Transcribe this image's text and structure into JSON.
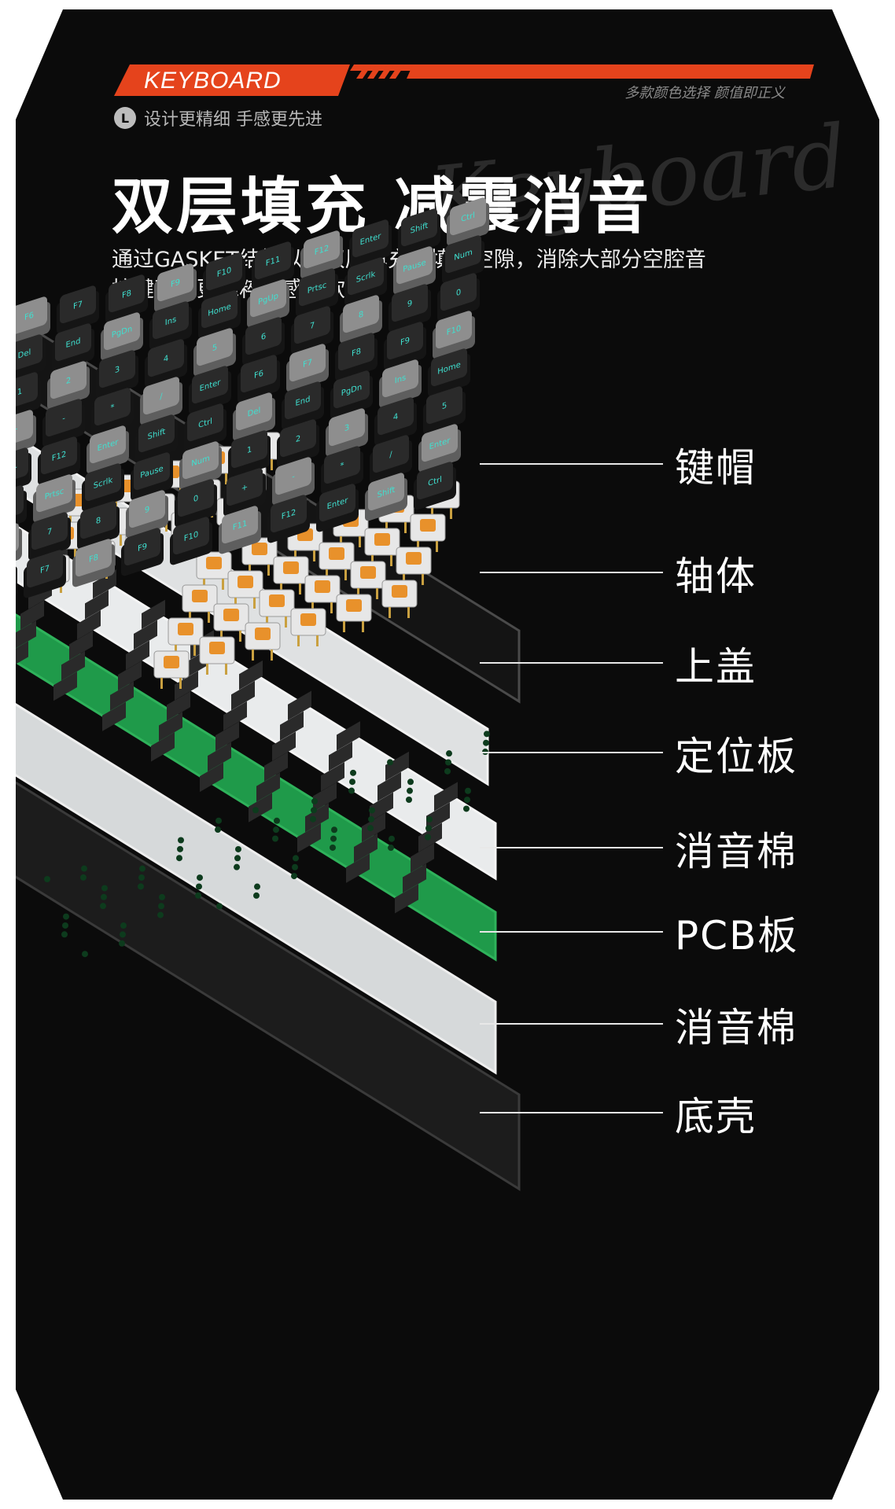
{
  "header": {
    "banner_label": "KEYBOARD",
    "slogan_right": "多款颜色选择  颜值即正义",
    "sub_icon": "L",
    "sub_text": "设计更精细  手感更先进",
    "watermark": "Keyboard"
  },
  "headline": "双层填充 减震消音",
  "description": {
    "line1": "通过GASKET结构以及双层填充，填充空隙，消除大部分空腔音",
    "line2": "按键声音更纯粹手感更软弹"
  },
  "layers": [
    {
      "label": "键帽"
    },
    {
      "label": "轴体"
    },
    {
      "label": "上盖"
    },
    {
      "label": "定位板"
    },
    {
      "label": "消音棉"
    },
    {
      "label": "PCB板"
    },
    {
      "label": "消音棉"
    },
    {
      "label": "底壳"
    }
  ],
  "colors": {
    "background": "#0b0b0b",
    "accent": "#e5431c",
    "pcb_green": "#1f9a4a",
    "keycap_dark": "#2a2a2a",
    "keycap_grey": "#8e8e8e",
    "legend_cyan": "#3fe0d0",
    "switch_orange": "#e8912b"
  },
  "keycap_legends": [
    "F6",
    "F7",
    "F8",
    "F9",
    "F10",
    "F11",
    "F12",
    "Enter",
    "Shift",
    "Ctrl",
    "Del",
    "End",
    "PgDn",
    "Ins",
    "Home",
    "PgUp",
    "Prtsc",
    "Scrlk",
    "Pause",
    "Num",
    "1",
    "2",
    "3",
    "4",
    "5",
    "6",
    "7",
    "8",
    "9",
    "0",
    "+",
    "-",
    "*",
    "/",
    "Enter"
  ]
}
